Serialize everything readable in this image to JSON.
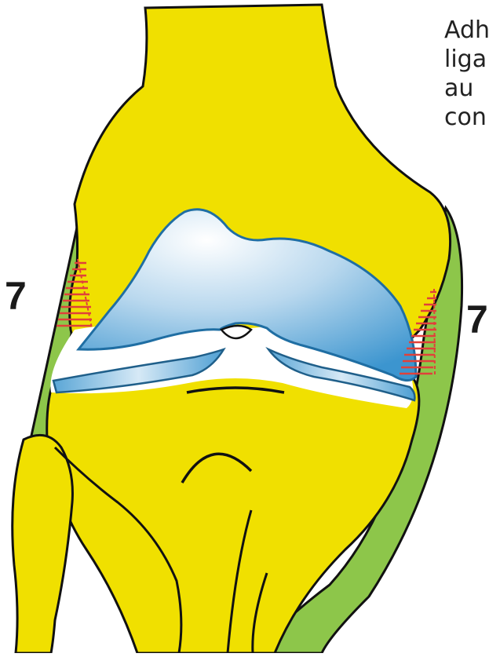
{
  "labels": {
    "left_number": "7",
    "right_number": "7"
  },
  "side_text": [
    "Adh",
    "liga",
    "au",
    "con"
  ],
  "colors": {
    "bone": "#f0e000",
    "ligament": "#8dc64a",
    "cartilage_light": "#ffffff",
    "cartilage_dark": "#3c95cf",
    "outline": "#111111",
    "hatch": "#e0413a"
  }
}
